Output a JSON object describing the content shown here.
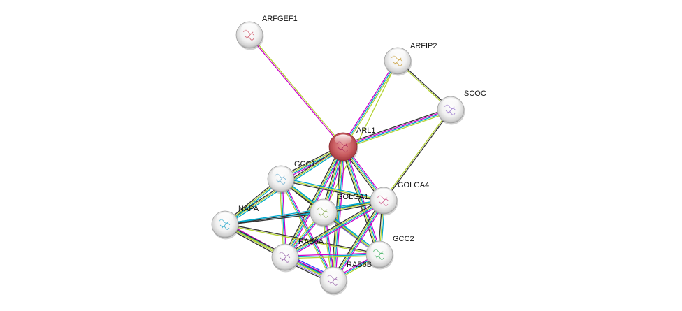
{
  "diagram": {
    "type": "protein-interaction-network",
    "edge_colors": {
      "experiments": "#cc00cc",
      "databases": "#00a8cc",
      "textmining": "#b5d334",
      "coexpression": "#333333",
      "neighborhood": "#3333ff",
      "homology": "#9988dd"
    },
    "nodes": [
      {
        "id": "ARFGEF1",
        "label": "ARFGEF1",
        "query": false,
        "glyph_color": "#cc5566"
      },
      {
        "id": "ARFIP2",
        "label": "ARFIP2",
        "query": false,
        "glyph_color": "#c8a040"
      },
      {
        "id": "SCOC",
        "label": "SCOC",
        "query": false,
        "glyph_color": "#9977cc"
      },
      {
        "id": "ARL1",
        "label": "ARL1",
        "query": true,
        "glyph_color": "#aa2255"
      },
      {
        "id": "GCC1",
        "label": "GCC1",
        "query": false,
        "glyph_color": "#66aacc"
      },
      {
        "id": "GOLGA4",
        "label": "GOLGA4",
        "query": false,
        "glyph_color": "#cc5588"
      },
      {
        "id": "GOLGA1",
        "label": "GOLGA1",
        "query": false,
        "glyph_color": "#88aa55"
      },
      {
        "id": "NAPA",
        "label": "NAPA",
        "query": false,
        "glyph_color": "#33aacc"
      },
      {
        "id": "RAB6A",
        "label": "RAB6A",
        "query": false,
        "glyph_color": "#9966aa"
      },
      {
        "id": "GCC2",
        "label": "GCC2",
        "query": false,
        "glyph_color": "#33aa55"
      },
      {
        "id": "RAB6B",
        "label": "RAB6B",
        "query": false,
        "glyph_color": "#9966aa"
      }
    ],
    "edges": [
      {
        "source": "ARL1",
        "target": "ARFGEF1",
        "evidence": [
          "experiments",
          "textmining"
        ]
      },
      {
        "source": "ARL1",
        "target": "ARFIP2",
        "evidence": [
          "experiments",
          "databases",
          "textmining"
        ]
      },
      {
        "source": "ARL1",
        "target": "SCOC",
        "evidence": [
          "coexpression",
          "experiments",
          "databases",
          "textmining"
        ]
      },
      {
        "source": "ARFIP2",
        "target": "SCOC",
        "evidence": [
          "coexpression",
          "textmining"
        ]
      },
      {
        "source": "ARFIP2",
        "target": "GOLGA1",
        "evidence": [
          "textmining"
        ]
      },
      {
        "source": "SCOC",
        "target": "GOLGA4",
        "evidence": [
          "coexpression",
          "textmining"
        ]
      },
      {
        "source": "ARL1",
        "target": "GCC1",
        "evidence": [
          "experiments",
          "databases",
          "textmining",
          "coexpression"
        ]
      },
      {
        "source": "ARL1",
        "target": "GOLGA4",
        "evidence": [
          "experiments",
          "databases",
          "textmining",
          "coexpression"
        ]
      },
      {
        "source": "ARL1",
        "target": "GOLGA1",
        "evidence": [
          "experiments",
          "databases",
          "textmining",
          "coexpression"
        ]
      },
      {
        "source": "ARL1",
        "target": "NAPA",
        "evidence": [
          "databases",
          "textmining",
          "coexpression"
        ]
      },
      {
        "source": "ARL1",
        "target": "RAB6A",
        "evidence": [
          "experiments",
          "databases",
          "textmining",
          "coexpression"
        ]
      },
      {
        "source": "ARL1",
        "target": "GCC2",
        "evidence": [
          "experiments",
          "databases",
          "textmining",
          "coexpression"
        ]
      },
      {
        "source": "ARL1",
        "target": "RAB6B",
        "evidence": [
          "experiments",
          "databases",
          "textmining",
          "coexpression"
        ]
      },
      {
        "source": "GCC1",
        "target": "NAPA",
        "evidence": [
          "databases",
          "textmining",
          "coexpression"
        ]
      },
      {
        "source": "GCC1",
        "target": "GOLGA1",
        "evidence": [
          "databases",
          "textmining",
          "coexpression"
        ]
      },
      {
        "source": "GCC1",
        "target": "GOLGA4",
        "evidence": [
          "databases",
          "textmining",
          "coexpression"
        ]
      },
      {
        "source": "GCC1",
        "target": "RAB6A",
        "evidence": [
          "experiments",
          "databases",
          "textmining"
        ]
      },
      {
        "source": "GCC1",
        "target": "RAB6B",
        "evidence": [
          "experiments",
          "databases",
          "textmining"
        ]
      },
      {
        "source": "GCC1",
        "target": "GCC2",
        "evidence": [
          "databases",
          "textmining",
          "coexpression"
        ]
      },
      {
        "source": "NAPA",
        "target": "GOLGA1",
        "evidence": [
          "databases",
          "coexpression"
        ]
      },
      {
        "source": "NAPA",
        "target": "GOLGA4",
        "evidence": [
          "databases",
          "coexpression"
        ]
      },
      {
        "source": "NAPA",
        "target": "RAB6A",
        "evidence": [
          "experiments",
          "databases",
          "textmining",
          "coexpression"
        ]
      },
      {
        "source": "NAPA",
        "target": "RAB6B",
        "evidence": [
          "coexpression",
          "textmining"
        ]
      },
      {
        "source": "NAPA",
        "target": "GCC2",
        "evidence": [
          "coexpression",
          "textmining"
        ]
      },
      {
        "source": "GOLGA1",
        "target": "GOLGA4",
        "evidence": [
          "databases",
          "textmining",
          "coexpression"
        ]
      },
      {
        "source": "GOLGA1",
        "target": "RAB6A",
        "evidence": [
          "experiments",
          "databases",
          "textmining"
        ]
      },
      {
        "source": "GOLGA1",
        "target": "RAB6B",
        "evidence": [
          "experiments",
          "databases",
          "textmining"
        ]
      },
      {
        "source": "GOLGA1",
        "target": "GCC2",
        "evidence": [
          "databases",
          "textmining",
          "homology"
        ]
      },
      {
        "source": "GOLGA4",
        "target": "RAB6A",
        "evidence": [
          "experiments",
          "databases",
          "textmining",
          "coexpression"
        ]
      },
      {
        "source": "GOLGA4",
        "target": "RAB6B",
        "evidence": [
          "experiments",
          "databases",
          "textmining",
          "coexpression"
        ]
      },
      {
        "source": "GOLGA4",
        "target": "GCC2",
        "evidence": [
          "databases",
          "textmining",
          "coexpression"
        ]
      },
      {
        "source": "RAB6A",
        "target": "GCC2",
        "evidence": [
          "experiments",
          "databases",
          "textmining"
        ]
      },
      {
        "source": "RAB6A",
        "target": "RAB6B",
        "evidence": [
          "neighborhood",
          "experiments",
          "databases",
          "textmining",
          "homology",
          "coexpression"
        ]
      },
      {
        "source": "RAB6B",
        "target": "GCC2",
        "evidence": [
          "experiments",
          "databases",
          "textmining"
        ]
      }
    ]
  }
}
